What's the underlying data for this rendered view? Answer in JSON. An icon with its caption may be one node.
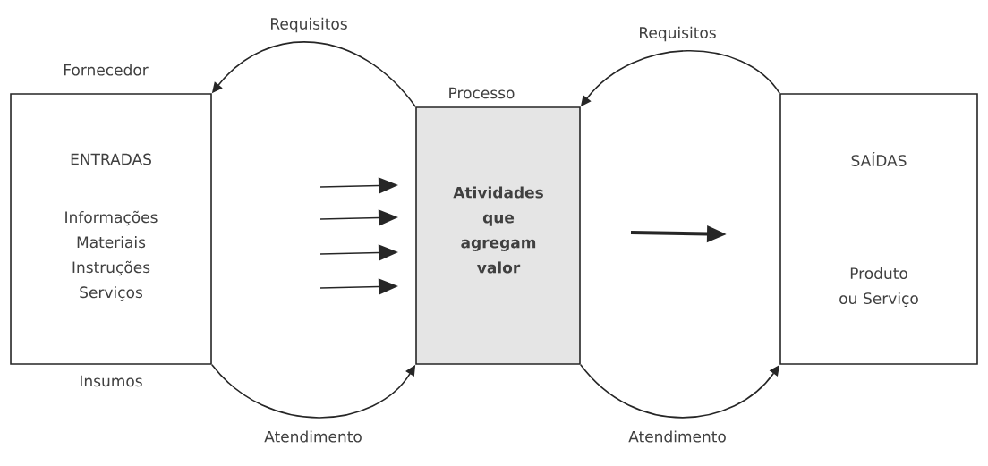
{
  "diagram": {
    "nodes": [
      {
        "text": [
          "Fornecedor",
          "ENTRADAS",
          "Informações Materiais Instruções Serviços"
        ],
        "beside": [
          "Insumos"
        ]
      },
      {
        "text": [
          "Processo",
          "Atividades que agregam valor"
        ]
      },
      {
        "text": [
          "SAÍDAS",
          "Produto ou Serviço"
        ]
      }
    ],
    "edges": [
      {
        "from": 1,
        "to": 0,
        "arrow": "to",
        "label": "Requisitos"
      },
      {
        "from": 2,
        "to": 1,
        "arrow": "to",
        "label": "Requisitos"
      },
      {
        "from": 0,
        "to": 1,
        "arrow": "to",
        "label": "Atendimento"
      },
      {
        "from": 1,
        "to": 2,
        "arrow": "to",
        "label": "Atendimento"
      }
    ]
  }
}
